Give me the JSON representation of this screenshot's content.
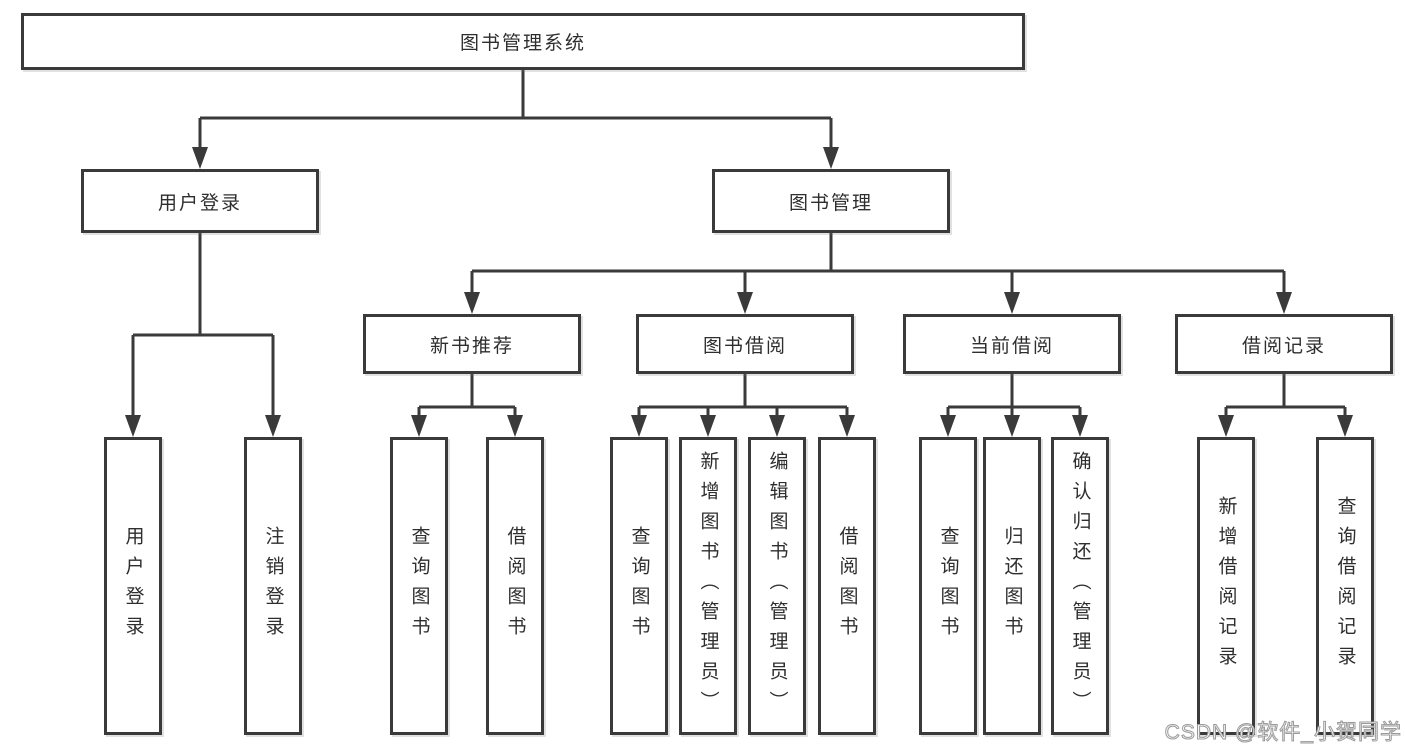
{
  "tree": {
    "root": {
      "label": "图书管理系统"
    },
    "branches": [
      {
        "label": "用户登录",
        "children": [
          {
            "label": "用户登录"
          },
          {
            "label": "注销登录"
          }
        ]
      },
      {
        "label": "图书管理",
        "children": [
          {
            "label": "新书推荐",
            "children": [
              {
                "label": "查询图书"
              },
              {
                "label": "借阅图书"
              }
            ]
          },
          {
            "label": "图书借阅",
            "children": [
              {
                "label": "查询图书"
              },
              {
                "label": "新增图书（管理员）"
              },
              {
                "label": "编辑图书（管理员）"
              },
              {
                "label": "借阅图书"
              }
            ]
          },
          {
            "label": "当前借阅",
            "children": [
              {
                "label": "查询图书"
              },
              {
                "label": "归还图书"
              },
              {
                "label": "确认归还（管理员）"
              }
            ]
          },
          {
            "label": "借阅记录",
            "children": [
              {
                "label": "新增借阅记录"
              },
              {
                "label": "查询借阅记录"
              }
            ]
          }
        ]
      }
    ]
  },
  "watermark": {
    "text": "CSDN @软件_小贺同学"
  },
  "colors": {
    "line": "#3a3a3a",
    "box_border": "#3a3a3a",
    "text": "#2e2e2e",
    "watermark_fill": "#ffffff",
    "watermark_outline": "#9b9b9b"
  }
}
